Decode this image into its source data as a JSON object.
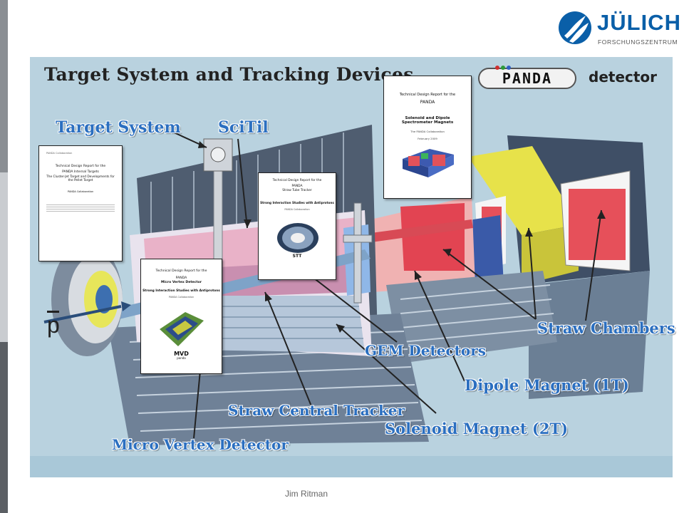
{
  "logo": {
    "word": "JÜLICH",
    "sub": "FORSCHUNGSZENTRUM",
    "colors": {
      "blue": "#0a5fa8"
    }
  },
  "slide": {
    "title": "Target System and Tracking Devices",
    "panda_logo": "PANDA",
    "detector_word": "detector",
    "pbar_label": "p"
  },
  "labels": {
    "target_system": "Target System",
    "scitil": "SciTil",
    "straw_chambers": "Straw Chambers",
    "gem_detectors": "GEM Detectors",
    "dipole_magnet": "Dipole Magnet (1T)",
    "straw_central_tracker": "Straw Central Tracker",
    "solenoid_magnet": "Solenoid Magnet (2T)",
    "micro_vertex_detector": "Micro Vertex Detector"
  },
  "docs": {
    "targets": {
      "header": "PANDA Collaboration",
      "title": "Technical Design Report for the",
      "subject": "PANDA Internal Targets",
      "desc": "The Cluster-Jet Target and Developments for the Pellet Target",
      "footer": "PANDA Collaboration"
    },
    "mvd": {
      "title": "Technical Design Report for the",
      "subject": "PANDA",
      "subject2": "Micro Vertex Detector",
      "sub3": "Strong Interaction Studies with Antiprotons",
      "collab": "PANDA Collaboration",
      "badge": "MVD",
      "badge_sub": "panda"
    },
    "stt": {
      "title": "Technical Design Report for the",
      "subject": "PANDA",
      "subject2": "Straw Tube Tracker",
      "sub3": "Strong Interaction Studies with Antiprotons",
      "collab": "PANDA Collaboration",
      "badge": "STT"
    },
    "magnets": {
      "title": "Technical Design Report for the",
      "subject": "PANDA",
      "subject2": "Solenoid and Dipole Spectrometer Magnets",
      "collab": "The PANDA Collaboration",
      "date": "February 2009"
    }
  },
  "footer": {
    "author": "Jim Ritman"
  }
}
